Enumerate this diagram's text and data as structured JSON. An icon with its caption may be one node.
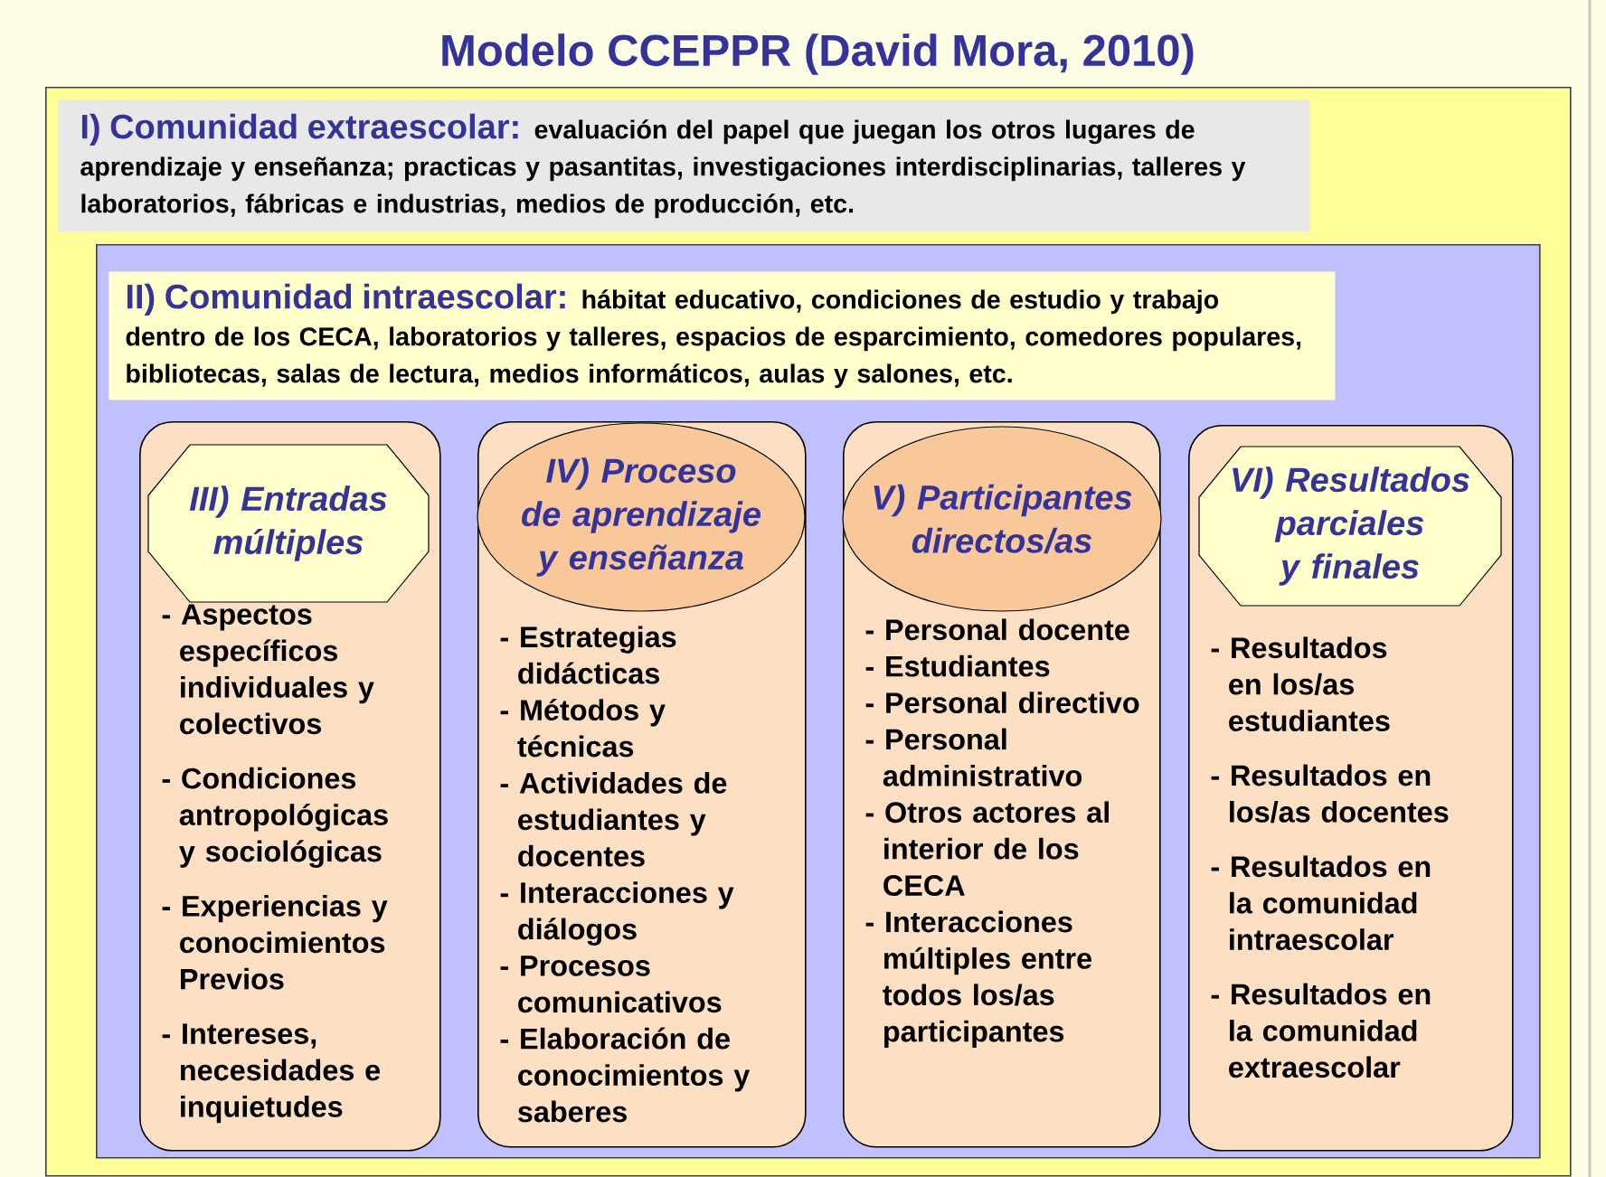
{
  "diagram": {
    "title": "Modelo CCEPPR (David Mora, 2010)",
    "nodes": [
      {
        "text": [
          "I) Comunidad extraescolar:",
          "evaluación del papel que juegan los otros lugares de aprendizaje y enseñanza; practicas y pasantitas, investigaciones interdisciplinarias, talleres y laboratorios, fábricas e industrias, medios de producción, etc."
        ]
      },
      {
        "text": [
          "II) Comunidad intraescolar:",
          "hábitat educativo, condiciones de estudio y trabajo dentro de los CECA, laboratorios y talleres, espacios de esparcimiento, comedores populares, bibliotecas, salas de lectura, medios informáticos, aulas y salones, etc."
        ],
        "in": 0
      },
      {
        "text": [
          "- Aspectos específicos individuales y colectivos",
          "- Condiciones antropológicas y sociológicas",
          "- Experiencias y conocimientos Previos",
          "- Intereses, necesidades e inquietudes"
        ],
        "in": 1
      },
      {
        "text": [
          "III) Entradas múltiples"
        ],
        "in": 2
      },
      {
        "text": [
          "- Estrategias didácticas",
          "- Métodos y técnicas",
          "- Actividades de estudiantes y docentes",
          "- Interacciones y diálogos",
          "- Procesos comunicativos",
          "- Elaboración de conocimientos y saberes"
        ],
        "in": 1
      },
      {
        "text": [
          "IV) Proceso de aprendizaje y enseñanza"
        ],
        "in": 4
      },
      {
        "text": [
          "- Personal docente",
          "- Estudiantes",
          "- Personal directivo",
          "- Personal administrativo",
          "- Otros actores al interior de los CECA",
          "- Interacciones múltiples entre todos los/as participantes"
        ],
        "in": 1
      },
      {
        "text": [
          "V) Participantes directos/as"
        ],
        "in": 6
      },
      {
        "text": [
          "- Resultados en los/as estudiantes",
          "- Resultados en los/as docentes",
          "- Resultados en la comunidad intraescolar",
          "- Resultados en la comunidad extraescolar"
        ],
        "in": 1
      },
      {
        "text": [
          "VI) Resultados parciales y finales"
        ],
        "in": 8
      }
    ]
  }
}
